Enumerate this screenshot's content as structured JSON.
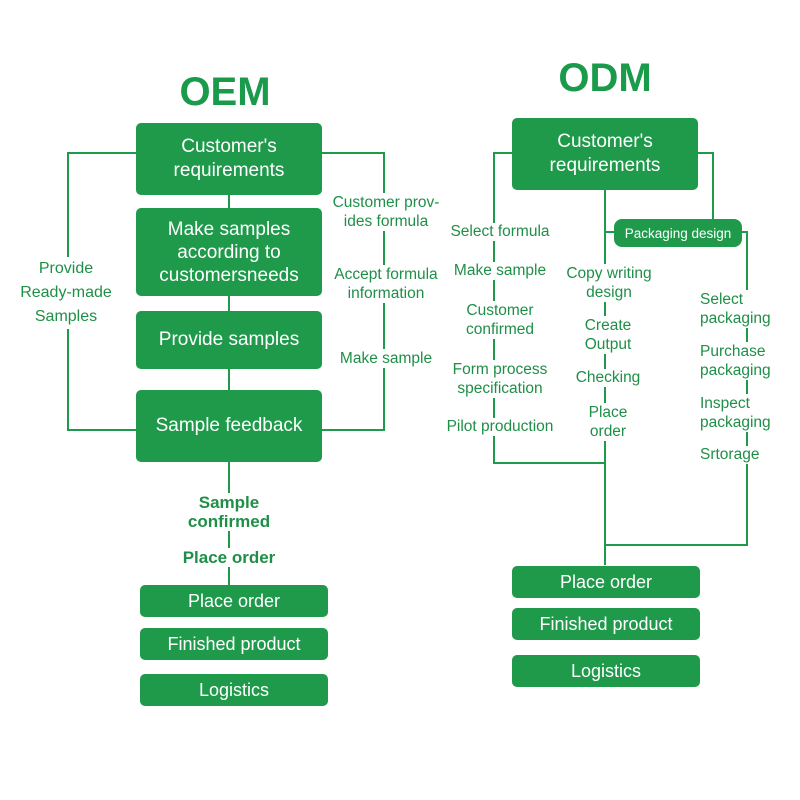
{
  "oem": {
    "title": "OEM",
    "steps": [
      "Customer's\nrequirements",
      "Make samples\naccording to\ncustomersneeds",
      "Provide samples",
      "Sample feedback"
    ],
    "left_label": "Provide\nReady-made\nSamples",
    "right_labels": [
      "Customer prov-\nides formula",
      "Accept formula\ninformation",
      "Make sample"
    ],
    "confirm_labels": [
      "Sample\nconfirmed",
      "Place order"
    ],
    "bottom_steps": [
      "Place order",
      "Finished product",
      "Logistics"
    ]
  },
  "odm": {
    "title": "ODM",
    "top_step": "Customer's\nrequirements",
    "packaging_design": "Packaging design",
    "formula_steps": [
      "Select formula",
      "Make sample",
      "Customer\nconfirmed",
      "Form process\nspecification",
      "Pilot production"
    ],
    "design_steps": [
      "Copy writing\ndesign",
      "Create\nOutput",
      "Checking",
      "Place\norder"
    ],
    "packaging_steps": [
      "Select\npackaging",
      "Purchase\npackaging",
      "Inspect\npackaging",
      "Srtorage"
    ],
    "bottom_steps": [
      "Place order",
      "Finished product",
      "Logistics"
    ]
  },
  "colors": {
    "green": "#1f9a4b",
    "text_green": "#1f8f47"
  }
}
